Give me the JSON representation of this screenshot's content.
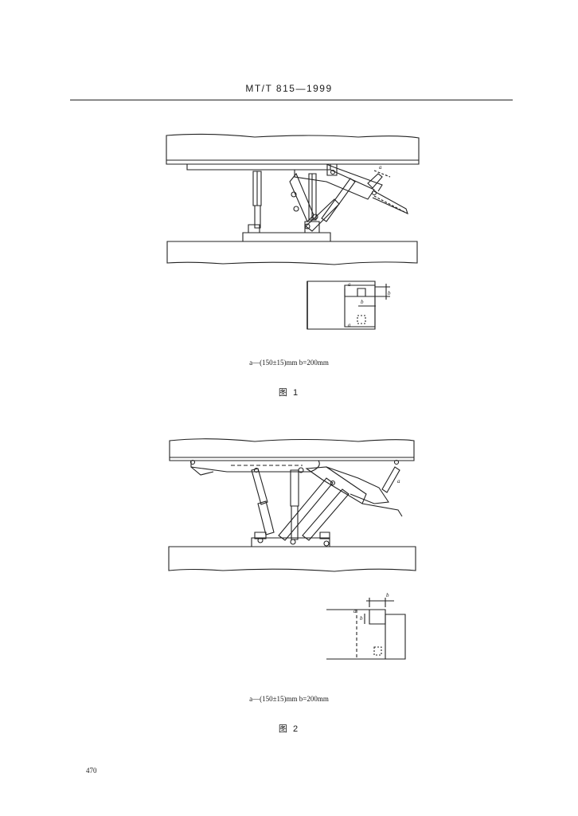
{
  "header": {
    "standard_no": "MT/T 815—1999"
  },
  "figure1": {
    "caption": "a—(150±15)mm   b=200mm",
    "label": "图 1",
    "dim_a": "a",
    "dim_b": "b"
  },
  "figure2": {
    "caption": "a—(150±15)mm   b=200mm",
    "label": "图 2",
    "dim_a": "a",
    "dim_b": "b"
  },
  "footer": {
    "page_number": "470"
  }
}
